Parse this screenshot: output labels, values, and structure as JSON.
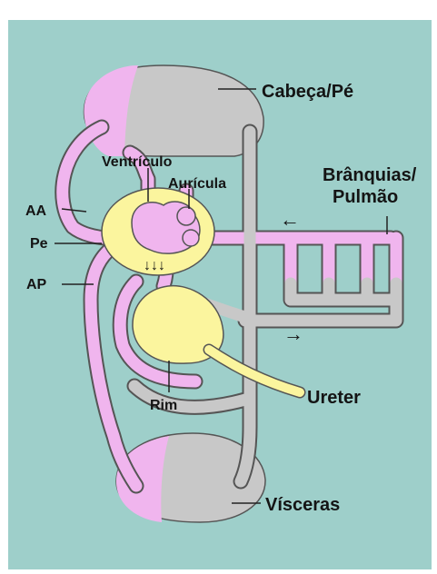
{
  "colors": {
    "page_background": "#ffffff",
    "panel_background": "#9ecfca",
    "oxygenated_blood": "#f0b5ee",
    "deoxygenated_blood": "#c8c8c8",
    "heart_and_kidney": "#fbf59e",
    "vessel_outline": "#555555",
    "label_text": "#141414"
  },
  "labels": {
    "head_foot": "Cabeça/Pé",
    "ventricle": "Ventrículo",
    "auricle": "Aurícula",
    "gills_lungs_line1": "Brânquias/",
    "gills_lungs_line2": "Pulmão",
    "aa": "AA",
    "pe": "Pe",
    "ap": "AP",
    "kidney": "Rim",
    "ureter": "Ureter",
    "viscera": "Vísceras"
  },
  "icons": {
    "flow_arrow_left": "←",
    "flow_arrow_right": "→",
    "flow_arrows_down": "↓↓↓"
  }
}
